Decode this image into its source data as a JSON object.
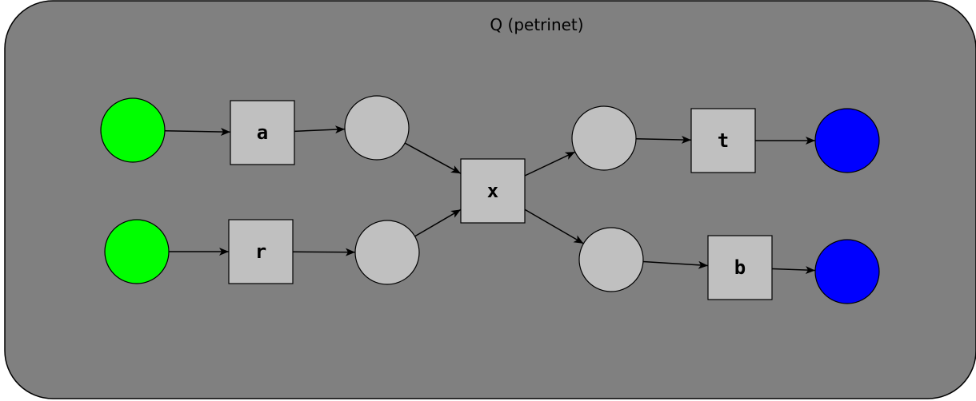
{
  "title": "Q (petrinet)",
  "colors": {
    "background": "#808080",
    "start_place": "#00ff00",
    "end_place": "#0000ff",
    "inner_place": "#c0c0c0",
    "transition": "#c0c0c0"
  },
  "places": [
    {
      "id": "p_start_1",
      "kind": "start"
    },
    {
      "id": "p_start_2",
      "kind": "start"
    },
    {
      "id": "p_a_out",
      "kind": "inner"
    },
    {
      "id": "p_r_out",
      "kind": "inner"
    },
    {
      "id": "p_x_out_1",
      "kind": "inner"
    },
    {
      "id": "p_x_out_2",
      "kind": "inner"
    },
    {
      "id": "p_end_1",
      "kind": "end"
    },
    {
      "id": "p_end_2",
      "kind": "end"
    }
  ],
  "transitions": [
    {
      "id": "t_a",
      "label": "a"
    },
    {
      "id": "t_r",
      "label": "r"
    },
    {
      "id": "t_x",
      "label": "x"
    },
    {
      "id": "t_t",
      "label": "t"
    },
    {
      "id": "t_b",
      "label": "b"
    }
  ],
  "arcs": [
    {
      "from": "p_start_1",
      "to": "t_a"
    },
    {
      "from": "t_a",
      "to": "p_a_out"
    },
    {
      "from": "p_start_2",
      "to": "t_r"
    },
    {
      "from": "t_r",
      "to": "p_r_out"
    },
    {
      "from": "p_a_out",
      "to": "t_x"
    },
    {
      "from": "p_r_out",
      "to": "t_x"
    },
    {
      "from": "t_x",
      "to": "p_x_out_1"
    },
    {
      "from": "t_x",
      "to": "p_x_out_2"
    },
    {
      "from": "p_x_out_1",
      "to": "t_t"
    },
    {
      "from": "t_t",
      "to": "p_end_1"
    },
    {
      "from": "p_x_out_2",
      "to": "t_b"
    },
    {
      "from": "t_b",
      "to": "p_end_2"
    }
  ]
}
